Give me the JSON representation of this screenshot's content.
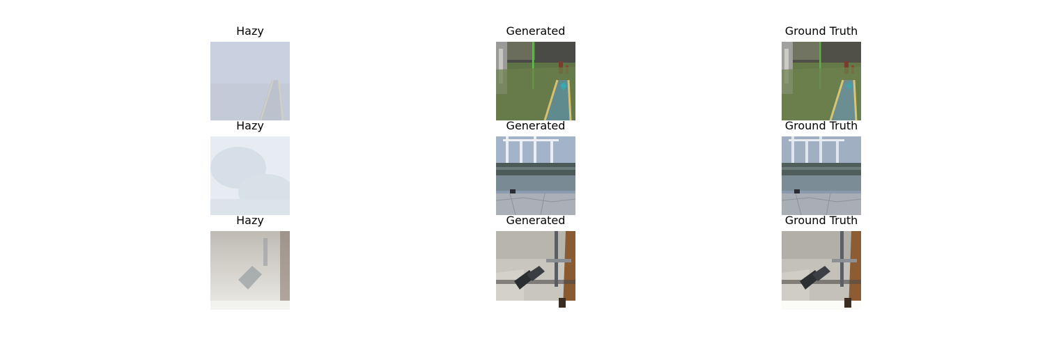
{
  "figure": {
    "rows": [
      {
        "panels": [
          {
            "title": "Hazy",
            "scene": "hazy-park-image"
          },
          {
            "title": "Generated",
            "scene": "generated-park-image"
          },
          {
            "title": "Ground Truth",
            "scene": "ground-truth-park-image"
          }
        ]
      },
      {
        "panels": [
          {
            "title": "Hazy",
            "scene": "hazy-garden-image"
          },
          {
            "title": "Generated",
            "scene": "generated-garden-image"
          },
          {
            "title": "Ground Truth",
            "scene": "ground-truth-garden-image"
          }
        ]
      },
      {
        "panels": [
          {
            "title": "Hazy",
            "scene": "hazy-ceiling-image"
          },
          {
            "title": "Generated",
            "scene": "generated-ceiling-image"
          },
          {
            "title": "Ground Truth",
            "scene": "ground-truth-ceiling-image"
          }
        ]
      }
    ]
  }
}
